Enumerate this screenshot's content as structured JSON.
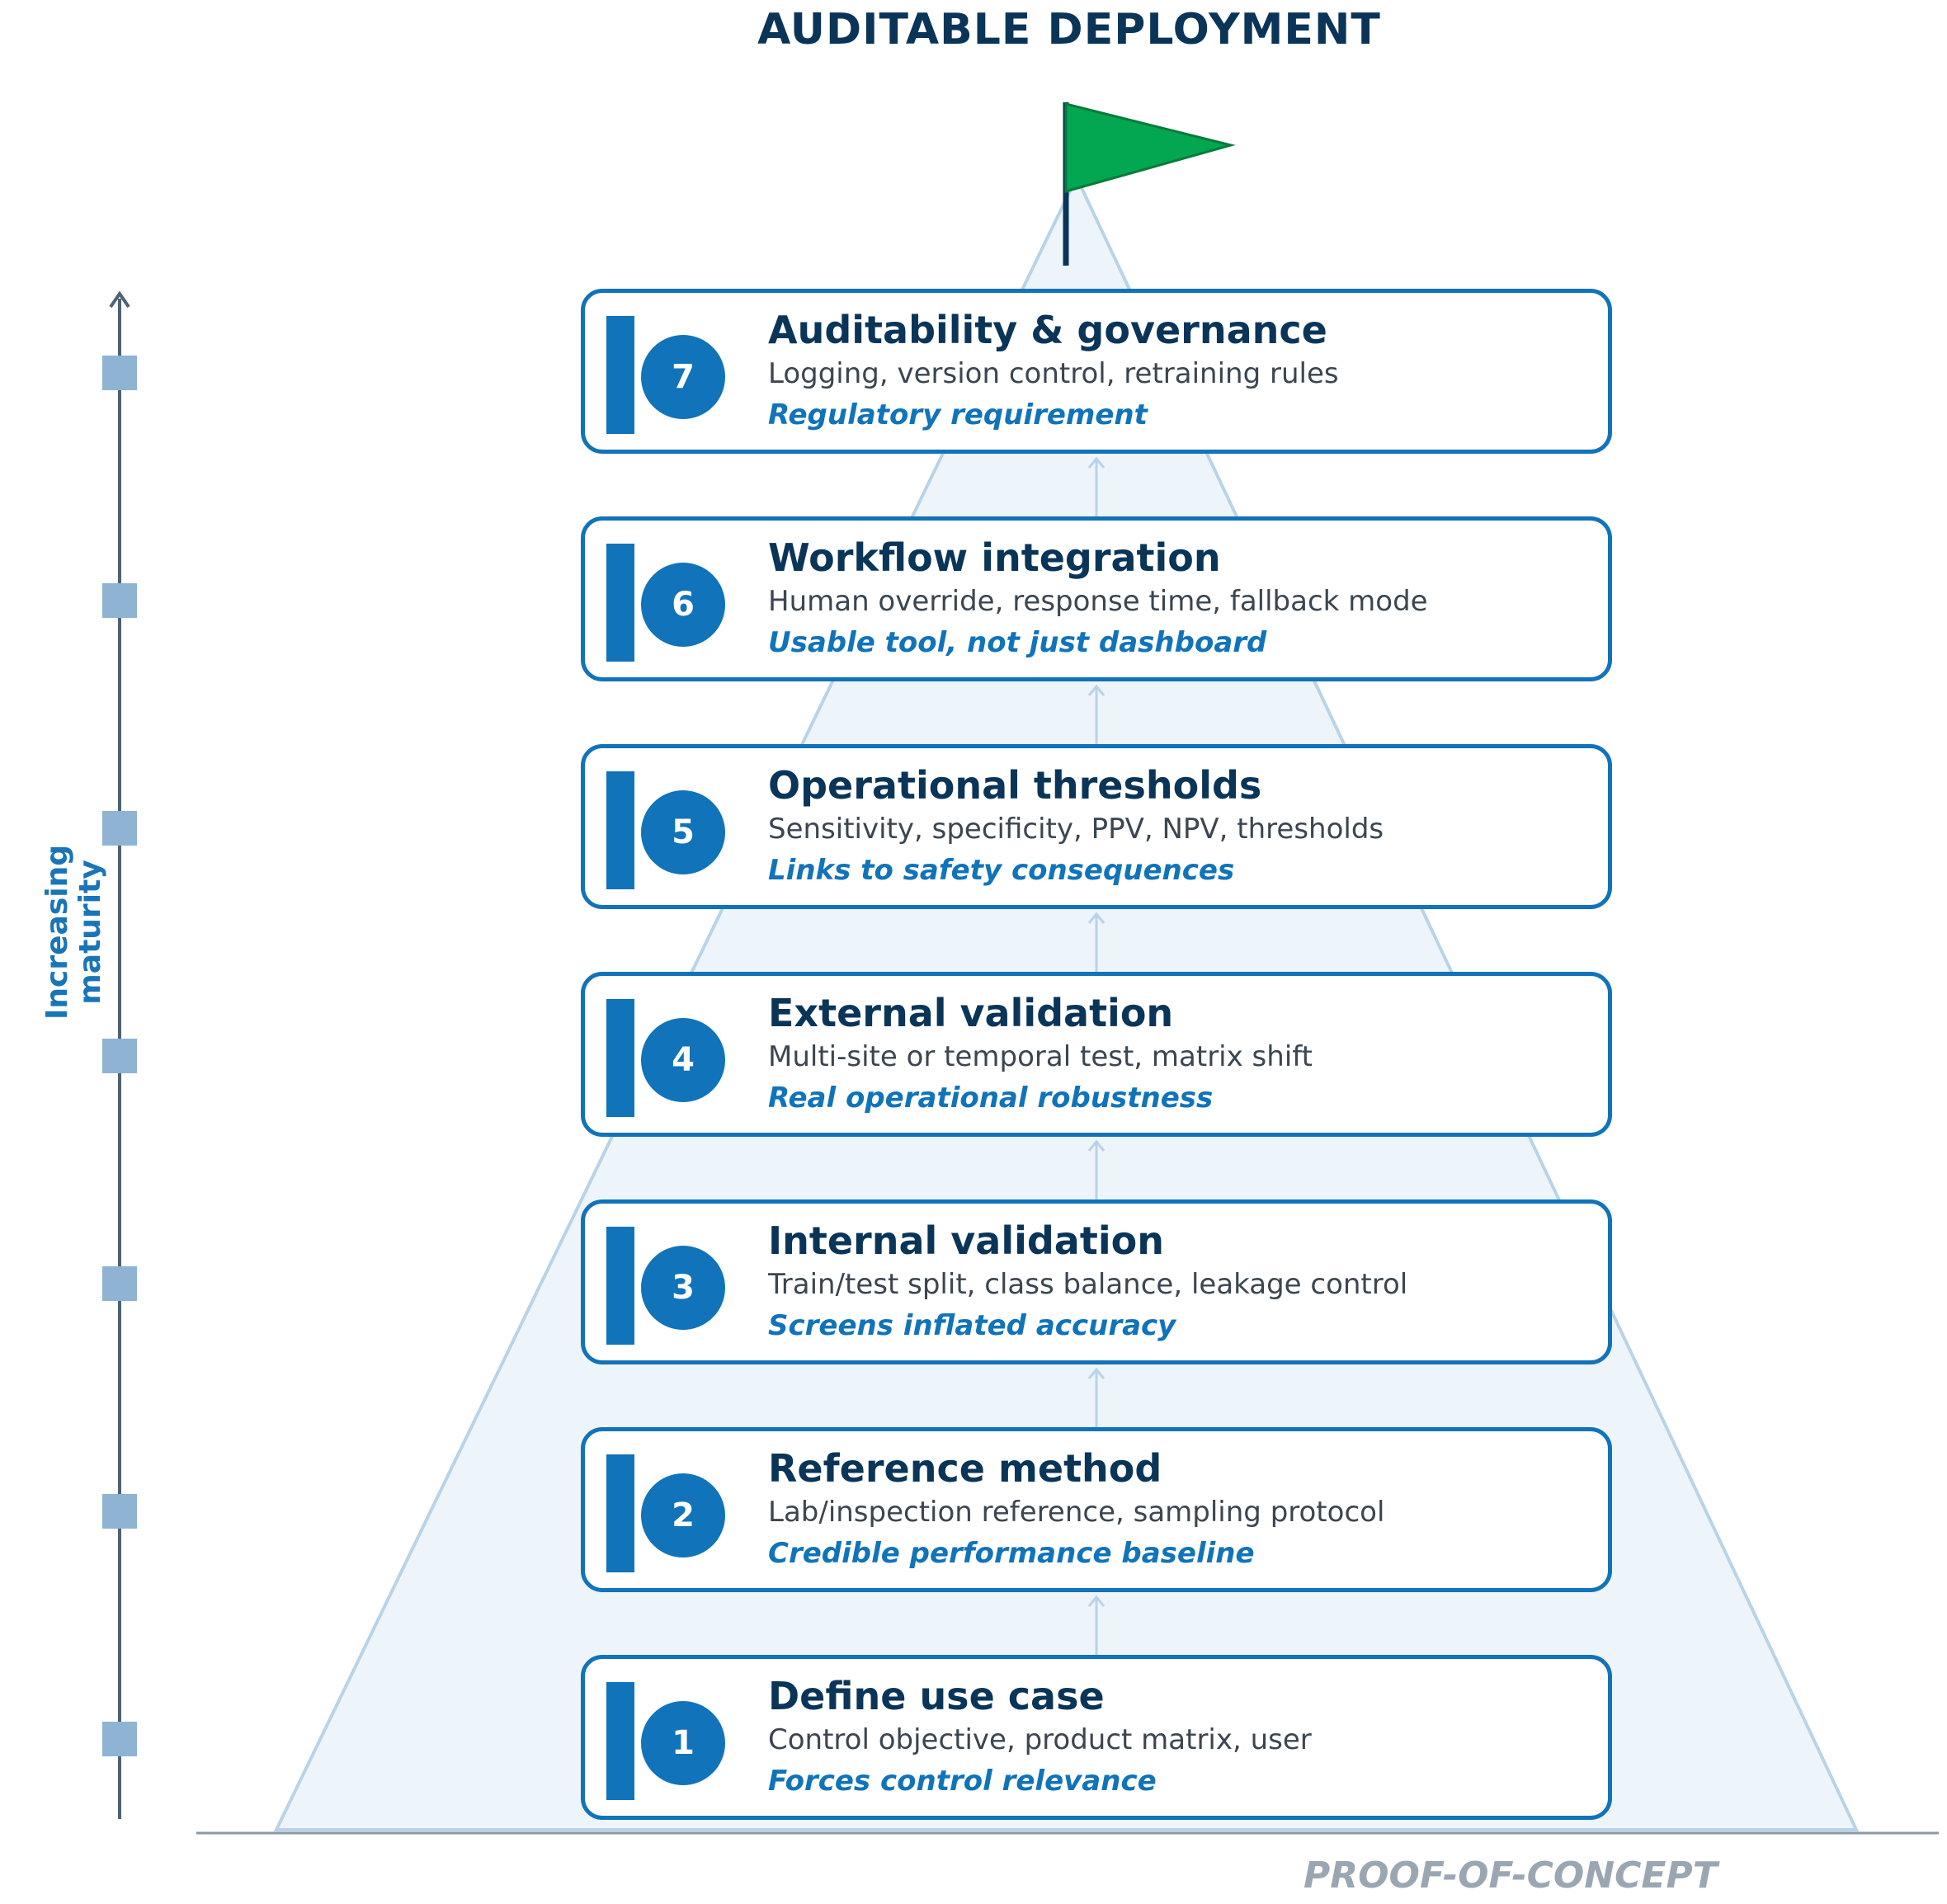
{
  "title": "AUDITABLE DEPLOYMENT",
  "base_label": "PROOF-OF-CONCEPT",
  "axis_label": "Increasing maturity",
  "colors": {
    "primary": "#1173b9",
    "heading": "#0a3558",
    "flag": "#03a651",
    "pyramid_fill": "#eef5fa",
    "pyramid_stroke": "#b9d3e8",
    "marker": "#8fb3d3"
  },
  "stages": [
    {
      "num": "7",
      "title": "Auditability & governance",
      "desc": "Logging, version control, retraining rules",
      "note": "Regulatory requirement"
    },
    {
      "num": "6",
      "title": "Workflow integration",
      "desc": "Human override, response time, fallback mode",
      "note": "Usable tool, not just dashboard"
    },
    {
      "num": "5",
      "title": "Operational thresholds",
      "desc": "Sensitivity, specificity, PPV, NPV, thresholds",
      "note": "Links to safety consequences"
    },
    {
      "num": "4",
      "title": "External validation",
      "desc": "Multi-site or temporal test, matrix shift",
      "note": "Real operational robustness"
    },
    {
      "num": "3",
      "title": "Internal validation",
      "desc": "Train/test split, class balance, leakage control",
      "note": "Screens inflated accuracy"
    },
    {
      "num": "2",
      "title": "Reference method",
      "desc": "Lab/inspection reference, sampling protocol",
      "note": "Credible performance baseline"
    },
    {
      "num": "1",
      "title": "Define use case",
      "desc": "Control objective, product matrix, user",
      "note": "Forces control relevance"
    }
  ]
}
